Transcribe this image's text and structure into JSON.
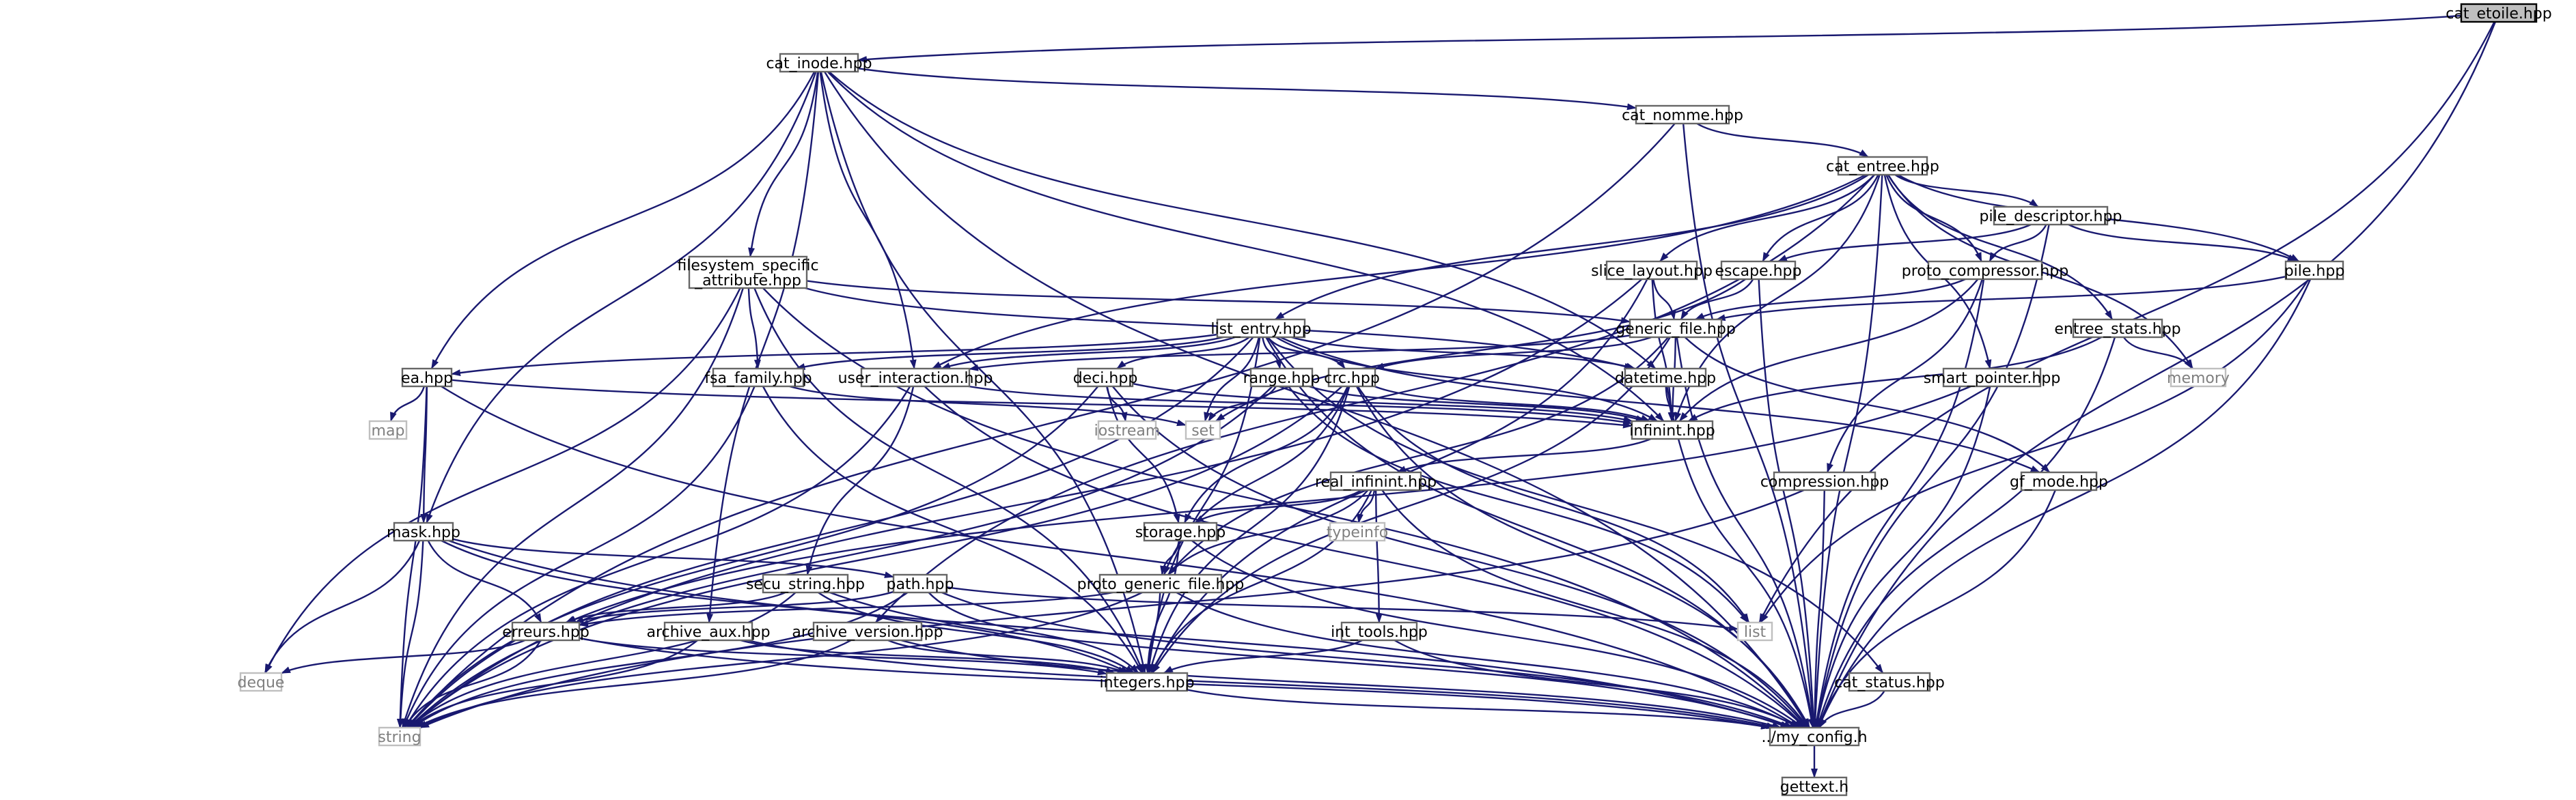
{
  "diagram": {
    "nodes": [
      {
        "id": "cat_etoile",
        "label": "cat_etoile.hpp",
        "kind": "root"
      },
      {
        "id": "cat_inode",
        "label": "cat_inode.hpp",
        "kind": "file"
      },
      {
        "id": "cat_nomme",
        "label": "cat_nomme.hpp",
        "kind": "file"
      },
      {
        "id": "cat_entree",
        "label": "cat_entree.hpp",
        "kind": "file"
      },
      {
        "id": "pile_descriptor",
        "label": "pile_descriptor.hpp",
        "kind": "file"
      },
      {
        "id": "slice_layout",
        "label": "slice_layout.hpp",
        "kind": "file"
      },
      {
        "id": "escape",
        "label": "escape.hpp",
        "kind": "file"
      },
      {
        "id": "proto_compressor",
        "label": "proto_compressor.hpp",
        "kind": "file"
      },
      {
        "id": "pile",
        "label": "pile.hpp",
        "kind": "file"
      },
      {
        "id": "filesystem_specific",
        "label": "filesystem_specific\n_attribute.hpp",
        "kind": "file"
      },
      {
        "id": "list_entry",
        "label": "list_entry.hpp",
        "kind": "file"
      },
      {
        "id": "generic_file",
        "label": "generic_file.hpp",
        "kind": "file"
      },
      {
        "id": "entree_stats",
        "label": "entree_stats.hpp",
        "kind": "file"
      },
      {
        "id": "memory",
        "label": "memory",
        "kind": "sys"
      },
      {
        "id": "ea",
        "label": "ea.hpp",
        "kind": "file"
      },
      {
        "id": "fsa_family",
        "label": "fsa_family.hpp",
        "kind": "file"
      },
      {
        "id": "user_interaction",
        "label": "user_interaction.hpp",
        "kind": "file"
      },
      {
        "id": "deci",
        "label": "deci.hpp",
        "kind": "file"
      },
      {
        "id": "range",
        "label": "range.hpp",
        "kind": "file"
      },
      {
        "id": "crc",
        "label": "crc.hpp",
        "kind": "file"
      },
      {
        "id": "datetime",
        "label": "datetime.hpp",
        "kind": "file"
      },
      {
        "id": "smart_pointer",
        "label": "smart_pointer.hpp",
        "kind": "file"
      },
      {
        "id": "map",
        "label": "map",
        "kind": "sys"
      },
      {
        "id": "iostream",
        "label": "iostream",
        "kind": "sys"
      },
      {
        "id": "set",
        "label": "set",
        "kind": "sys"
      },
      {
        "id": "infinint",
        "label": "infinint.hpp",
        "kind": "file"
      },
      {
        "id": "real_infinint",
        "label": "real_infinint.hpp",
        "kind": "file"
      },
      {
        "id": "compression",
        "label": "compression.hpp",
        "kind": "file"
      },
      {
        "id": "gf_mode",
        "label": "gf_mode.hpp",
        "kind": "file"
      },
      {
        "id": "typeinfo",
        "label": "typeinfo",
        "kind": "sys"
      },
      {
        "id": "mask",
        "label": "mask.hpp",
        "kind": "file"
      },
      {
        "id": "storage",
        "label": "storage.hpp",
        "kind": "file"
      },
      {
        "id": "secu_string",
        "label": "secu_string.hpp",
        "kind": "file"
      },
      {
        "id": "path",
        "label": "path.hpp",
        "kind": "file"
      },
      {
        "id": "proto_generic_file",
        "label": "proto_generic_file.hpp",
        "kind": "file"
      },
      {
        "id": "list",
        "label": "list",
        "kind": "sys"
      },
      {
        "id": "erreurs",
        "label": "erreurs.hpp",
        "kind": "file"
      },
      {
        "id": "archive_aux",
        "label": "archive_aux.hpp",
        "kind": "file"
      },
      {
        "id": "archive_version",
        "label": "archive_version.hpp",
        "kind": "file"
      },
      {
        "id": "int_tools",
        "label": "int_tools.hpp",
        "kind": "file"
      },
      {
        "id": "cat_status",
        "label": "cat_status.hpp",
        "kind": "file"
      },
      {
        "id": "deque",
        "label": "deque",
        "kind": "sys"
      },
      {
        "id": "integers",
        "label": "integers.hpp",
        "kind": "file"
      },
      {
        "id": "string",
        "label": "string",
        "kind": "sys"
      },
      {
        "id": "my_config",
        "label": "../my_config.h",
        "kind": "file"
      },
      {
        "id": "gettext",
        "label": "gettext.h",
        "kind": "file"
      }
    ],
    "edges": [
      [
        "cat_etoile",
        "cat_inode"
      ],
      [
        "cat_etoile",
        "list"
      ],
      [
        "cat_etoile",
        "my_config"
      ],
      [
        "cat_inode",
        "cat_nomme"
      ],
      [
        "cat_inode",
        "ea"
      ],
      [
        "cat_inode",
        "filesystem_specific"
      ],
      [
        "cat_inode",
        "user_interaction"
      ],
      [
        "cat_inode",
        "mask"
      ],
      [
        "cat_inode",
        "archive_aux"
      ],
      [
        "cat_inode",
        "integers"
      ],
      [
        "cat_inode",
        "infinint"
      ],
      [
        "cat_inode",
        "datetime"
      ],
      [
        "cat_inode",
        "my_config"
      ],
      [
        "cat_nomme",
        "cat_entree"
      ],
      [
        "cat_nomme",
        "string"
      ],
      [
        "cat_nomme",
        "my_config"
      ],
      [
        "cat_entree",
        "pile_descriptor"
      ],
      [
        "cat_entree",
        "slice_layout"
      ],
      [
        "cat_entree",
        "escape"
      ],
      [
        "cat_entree",
        "proto_compressor"
      ],
      [
        "cat_entree",
        "pile"
      ],
      [
        "cat_entree",
        "list_entry"
      ],
      [
        "cat_entree",
        "entree_stats"
      ],
      [
        "cat_entree",
        "memory"
      ],
      [
        "cat_entree",
        "smart_pointer"
      ],
      [
        "cat_entree",
        "infinint"
      ],
      [
        "cat_entree",
        "user_interaction"
      ],
      [
        "cat_entree",
        "archive_version"
      ],
      [
        "cat_entree",
        "my_config"
      ],
      [
        "pile_descriptor",
        "escape"
      ],
      [
        "pile_descriptor",
        "proto_compressor"
      ],
      [
        "pile_descriptor",
        "pile"
      ],
      [
        "pile_descriptor",
        "my_config"
      ],
      [
        "slice_layout",
        "generic_file"
      ],
      [
        "slice_layout",
        "infinint"
      ],
      [
        "slice_layout",
        "integers"
      ],
      [
        "slice_layout",
        "string"
      ],
      [
        "escape",
        "generic_file"
      ],
      [
        "escape",
        "set"
      ],
      [
        "escape",
        "my_config"
      ],
      [
        "proto_compressor",
        "generic_file"
      ],
      [
        "proto_compressor",
        "compression"
      ],
      [
        "proto_compressor",
        "infinint"
      ],
      [
        "proto_compressor",
        "my_config"
      ],
      [
        "pile",
        "generic_file"
      ],
      [
        "pile",
        "list"
      ],
      [
        "pile",
        "my_config"
      ],
      [
        "filesystem_specific",
        "fsa_family"
      ],
      [
        "filesystem_specific",
        "datetime"
      ],
      [
        "filesystem_specific",
        "generic_file"
      ],
      [
        "filesystem_specific",
        "deque"
      ],
      [
        "filesystem_specific",
        "string"
      ],
      [
        "filesystem_specific",
        "integers"
      ],
      [
        "filesystem_specific",
        "my_config"
      ],
      [
        "list_entry",
        "ea"
      ],
      [
        "list_entry",
        "fsa_family"
      ],
      [
        "list_entry",
        "user_interaction"
      ],
      [
        "list_entry",
        "deci"
      ],
      [
        "list_entry",
        "range"
      ],
      [
        "list_entry",
        "crc"
      ],
      [
        "list_entry",
        "datetime"
      ],
      [
        "list_entry",
        "infinint"
      ],
      [
        "list_entry",
        "set"
      ],
      [
        "list_entry",
        "string"
      ],
      [
        "list_entry",
        "cat_status"
      ],
      [
        "list_entry",
        "gf_mode"
      ],
      [
        "list_entry",
        "integers"
      ],
      [
        "list_entry",
        "my_config"
      ],
      [
        "generic_file",
        "user_interaction"
      ],
      [
        "generic_file",
        "crc"
      ],
      [
        "generic_file",
        "infinint"
      ],
      [
        "generic_file",
        "proto_generic_file"
      ],
      [
        "generic_file",
        "gf_mode"
      ],
      [
        "generic_file",
        "integers"
      ],
      [
        "generic_file",
        "my_config"
      ],
      [
        "entree_stats",
        "memory"
      ],
      [
        "entree_stats",
        "infinint"
      ],
      [
        "entree_stats",
        "my_config"
      ],
      [
        "ea",
        "map"
      ],
      [
        "ea",
        "mask"
      ],
      [
        "ea",
        "infinint"
      ],
      [
        "ea",
        "string"
      ],
      [
        "ea",
        "my_config"
      ],
      [
        "fsa_family",
        "set"
      ],
      [
        "fsa_family",
        "integers"
      ],
      [
        "fsa_family",
        "string"
      ],
      [
        "user_interaction",
        "secu_string"
      ],
      [
        "user_interaction",
        "infinint"
      ],
      [
        "user_interaction",
        "string"
      ],
      [
        "user_interaction",
        "my_config"
      ],
      [
        "deci",
        "iostream"
      ],
      [
        "deci",
        "storage"
      ],
      [
        "deci",
        "infinint"
      ],
      [
        "deci",
        "string"
      ],
      [
        "deci",
        "my_config"
      ],
      [
        "range",
        "set"
      ],
      [
        "range",
        "list"
      ],
      [
        "range",
        "infinint"
      ],
      [
        "range",
        "string"
      ],
      [
        "crc",
        "storage"
      ],
      [
        "crc",
        "proto_generic_file"
      ],
      [
        "crc",
        "infinint"
      ],
      [
        "crc",
        "integers"
      ],
      [
        "crc",
        "list"
      ],
      [
        "crc",
        "string"
      ],
      [
        "crc",
        "my_config"
      ],
      [
        "datetime",
        "infinint"
      ],
      [
        "datetime",
        "my_config"
      ],
      [
        "smart_pointer",
        "erreurs"
      ],
      [
        "smart_pointer",
        "my_config"
      ],
      [
        "infinint",
        "real_infinint"
      ],
      [
        "real_infinint",
        "storage"
      ],
      [
        "real_infinint",
        "int_tools"
      ],
      [
        "real_infinint",
        "typeinfo"
      ],
      [
        "real_infinint",
        "proto_generic_file"
      ],
      [
        "real_infinint",
        "integers"
      ],
      [
        "real_infinint",
        "my_config"
      ],
      [
        "compression",
        "string"
      ],
      [
        "compression",
        "my_config"
      ],
      [
        "gf_mode",
        "my_config"
      ],
      [
        "mask",
        "path"
      ],
      [
        "mask",
        "erreurs"
      ],
      [
        "mask",
        "deque"
      ],
      [
        "mask",
        "string"
      ],
      [
        "mask",
        "integers"
      ],
      [
        "mask",
        "my_config"
      ],
      [
        "storage",
        "proto_generic_file"
      ],
      [
        "storage",
        "integers"
      ],
      [
        "storage",
        "my_config"
      ],
      [
        "secu_string",
        "erreurs"
      ],
      [
        "secu_string",
        "integers"
      ],
      [
        "secu_string",
        "string"
      ],
      [
        "secu_string",
        "my_config"
      ],
      [
        "path",
        "erreurs"
      ],
      [
        "path",
        "list"
      ],
      [
        "path",
        "integers"
      ],
      [
        "path",
        "string"
      ],
      [
        "path",
        "my_config"
      ],
      [
        "proto_generic_file",
        "erreurs"
      ],
      [
        "proto_generic_file",
        "integers"
      ],
      [
        "proto_generic_file",
        "string"
      ],
      [
        "proto_generic_file",
        "my_config"
      ],
      [
        "erreurs",
        "deque"
      ],
      [
        "erreurs",
        "integers"
      ],
      [
        "erreurs",
        "string"
      ],
      [
        "erreurs",
        "my_config"
      ],
      [
        "archive_aux",
        "integers"
      ],
      [
        "archive_aux",
        "string"
      ],
      [
        "archive_aux",
        "my_config"
      ],
      [
        "archive_version",
        "integers"
      ],
      [
        "archive_version",
        "string"
      ],
      [
        "archive_version",
        "my_config"
      ],
      [
        "int_tools",
        "integers"
      ],
      [
        "int_tools",
        "my_config"
      ],
      [
        "cat_status",
        "my_config"
      ],
      [
        "integers",
        "my_config"
      ],
      [
        "my_config",
        "gettext"
      ]
    ]
  }
}
